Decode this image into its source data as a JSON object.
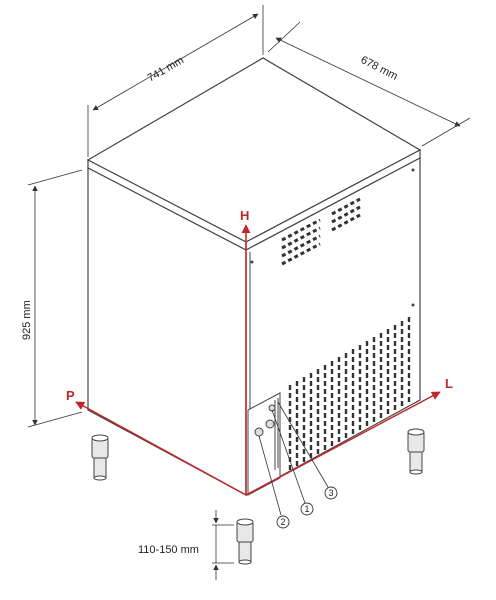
{
  "dimensions": {
    "width": "741 mm",
    "depth": "678 mm",
    "height": "925 mm",
    "feet": "110-150 mm"
  },
  "axes": {
    "height_axis": "H",
    "depth_axis": "P",
    "length_axis": "L"
  },
  "callouts": [
    "1",
    "2",
    "3"
  ],
  "colors": {
    "axis_red": "#c0262b",
    "line": "#444444",
    "fill_light": "#ffffff"
  }
}
